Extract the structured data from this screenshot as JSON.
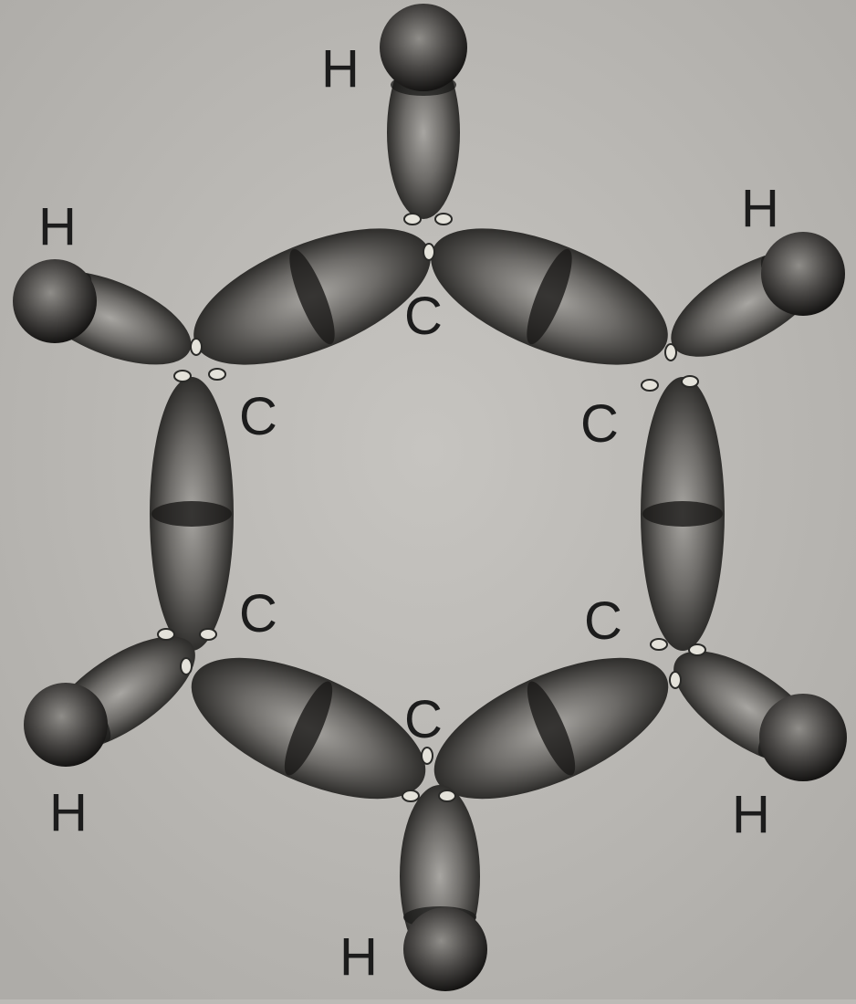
{
  "diagram": {
    "atoms": {
      "c_top": "C",
      "c_upper_left": "C",
      "c_upper_right": "C",
      "c_lower_left": "C",
      "c_lower_right": "C",
      "c_bottom": "C",
      "h_top": "H",
      "h_upper_left": "H",
      "h_upper_right": "H",
      "h_lower_left": "H",
      "h_lower_right": "H",
      "h_bottom": "H"
    },
    "colors": {
      "background": "#bcbab6",
      "lobe_light": "#a8a6a2",
      "lobe_mid": "#5f5d5a",
      "lobe_dark": "#1a1918",
      "label": "#1c1c1c"
    }
  }
}
